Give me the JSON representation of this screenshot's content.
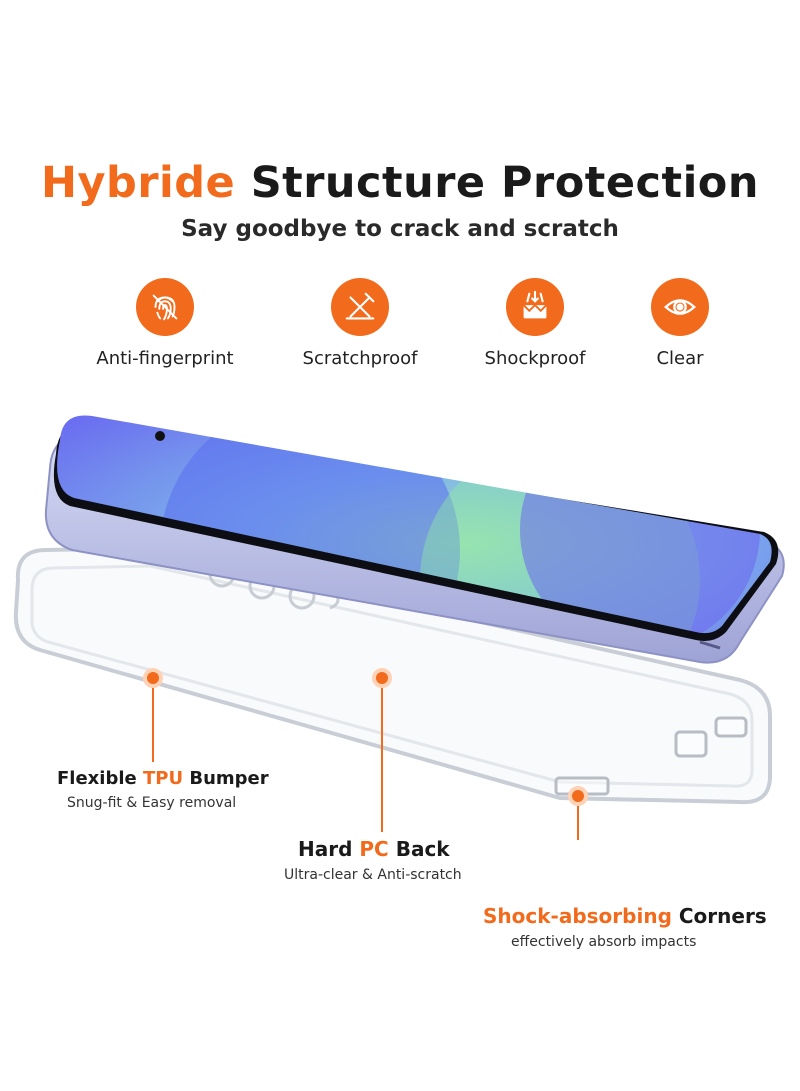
{
  "header": {
    "title_highlight": "Hybride",
    "title_rest": "Structure Protection",
    "subtitle": "Say goodbye to crack and scratch"
  },
  "features": [
    {
      "label": "Anti-fingerprint",
      "icon": "fingerprint-icon"
    },
    {
      "label": "Scratchproof",
      "icon": "scratch-icon"
    },
    {
      "label": "Shockproof",
      "icon": "shock-icon"
    },
    {
      "label": "Clear",
      "icon": "eye-icon"
    }
  ],
  "callouts": {
    "bumper": {
      "pre": "Flexible",
      "highlight": "TPU",
      "post": "Bumper",
      "sub": "Snug-fit & Easy removal"
    },
    "back": {
      "pre": "Hard",
      "highlight": "PC",
      "post": "Back",
      "sub": "Ultra-clear & Anti-scratch"
    },
    "corners": {
      "pre": "",
      "highlight": "Shock-absorbing",
      "post": "Corners",
      "sub": "effectively absorb impacts"
    }
  },
  "colors": {
    "accent": "#f26a1b",
    "text": "#1a1a1a",
    "screen": "#7a7ef0"
  }
}
